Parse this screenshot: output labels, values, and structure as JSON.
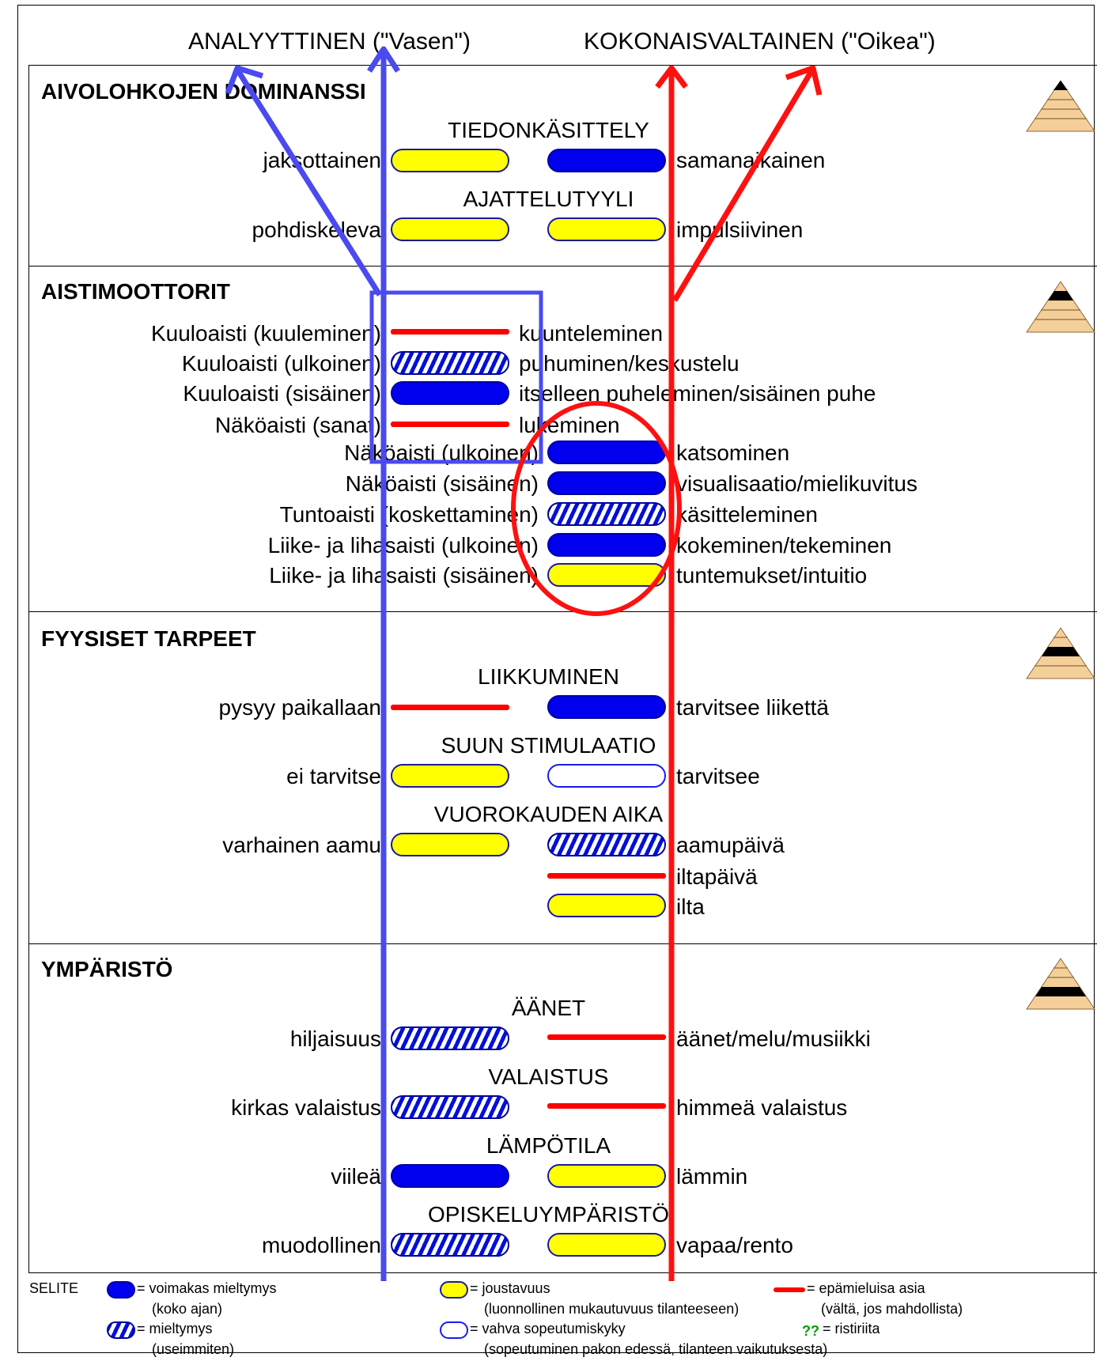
{
  "header": {
    "left_title": "ANALYYTTINEN (\"Vasen\")",
    "right_title": "KOKONAISVALTAINEN (\"Oikea\")"
  },
  "colors": {
    "strong_preference": "#0000ee",
    "flexibility": "#ffff00",
    "avoid": "#ff0000",
    "left_arrow": "#4a4af0",
    "right_arrow": "#ff1010",
    "legend_conflict": "#00a000"
  },
  "icons": [
    "pyramid-icon"
  ],
  "sections": [
    {
      "title": "AIVOLOHKOJEN DOMINANSSI",
      "categories": [
        "TIEDONKÄSITTELY",
        "AJATTELUTYYLI"
      ],
      "rows": [
        {
          "left": "jaksottainen",
          "left_mark": "flex",
          "right": "samanaikainen",
          "right_mark": "strong"
        },
        {
          "left": "pohdiskeleva",
          "left_mark": "flex",
          "right": "impulsiivinen",
          "right_mark": "flex"
        }
      ]
    },
    {
      "title": "AISTIMOOTTORIT",
      "rows_left": [
        {
          "left": "Kuuloaisti (kuuleminen)",
          "mark": "avoid",
          "right": "kuunteleminen"
        },
        {
          "left": "Kuuloaisti (ulkoinen)",
          "mark": "pref",
          "right": "puhuminen/keskustelu"
        },
        {
          "left": "Kuuloaisti (sisäinen)",
          "mark": "strong",
          "right": "itselleen puheleminen/sisäinen puhe"
        },
        {
          "left": "Näköaisti (sanat)",
          "mark": "avoid",
          "right": "lukeminen"
        }
      ],
      "rows_right": [
        {
          "left": "Näköaisti (ulkoinen)",
          "mark": "strong",
          "right": "katsominen"
        },
        {
          "left": "Näköaisti (sisäinen)",
          "mark": "strong",
          "right": "visualisaatio/mielikuvitus"
        },
        {
          "left": "Tuntoaisti (koskettaminen)",
          "mark": "pref",
          "right": "käsitteleminen"
        },
        {
          "left": "Liike- ja lihasaisti (ulkoinen)",
          "mark": "strong",
          "right": "kokeminen/tekeminen"
        },
        {
          "left": "Liike- ja lihasaisti (sisäinen)",
          "mark": "flex",
          "right": "tuntemukset/intuitio"
        }
      ]
    },
    {
      "title": "FYYSISET TARPEET",
      "categories": [
        "LIIKKUMINEN",
        "SUUN STIMULAATIO",
        "VUOROKAUDEN AIKA"
      ],
      "rows": [
        {
          "left": "pysyy paikallaan",
          "left_mark": "avoid",
          "right": "tarvitsee liikettä",
          "right_mark": "strong"
        },
        {
          "left": "ei tarvitse",
          "left_mark": "flex",
          "right": "tarvitsee",
          "right_mark": "adapt"
        },
        {
          "left": "varhainen aamu",
          "left_mark": "flex",
          "right": "aamupäivä",
          "right_mark": "pref"
        },
        {
          "left": "",
          "left_mark": "",
          "right": "iltapäivä",
          "right_mark": "avoid"
        },
        {
          "left": "",
          "left_mark": "",
          "right": "ilta",
          "right_mark": "flex"
        }
      ]
    },
    {
      "title": "YMPÄRISTÖ",
      "categories": [
        "ÄÄNET",
        "VALAISTUS",
        "LÄMPÖTILA",
        "OPISKELUYMPÄRISTÖ"
      ],
      "rows": [
        {
          "left": "hiljaisuus",
          "left_mark": "pref",
          "right": "äänet/melu/musiikki",
          "right_mark": "avoid"
        },
        {
          "left": "kirkas valaistus",
          "left_mark": "pref",
          "right": "himmeä valaistus",
          "right_mark": "avoid"
        },
        {
          "left": "viileä",
          "left_mark": "strong",
          "right": "lämmin",
          "right_mark": "flex"
        },
        {
          "left": "muodollinen",
          "left_mark": "pref",
          "right": "vapaa/rento",
          "right_mark": "flex"
        }
      ]
    }
  ],
  "legend": {
    "title": "SELITE",
    "strong_line1": "= voimakas mieltymys",
    "strong_line2": "(koko ajan)",
    "pref_line1": "= mieltymys",
    "pref_line2": "(useimmiten)",
    "flex_line1": "= joustavuus",
    "flex_line2": "(luonnollinen mukautuvuus tilanteeseen)",
    "adapt_line1": "= vahva sopeutumiskyky",
    "adapt_line2": "(sopeutuminen pakon edessä, tilanteen vaikutuksesta)",
    "avoid_line1": "= epämieluisa asia",
    "avoid_line2": "(vältä, jos mahdollista)",
    "conflict_symbol": "??",
    "conflict_text": "= ristiriita"
  }
}
